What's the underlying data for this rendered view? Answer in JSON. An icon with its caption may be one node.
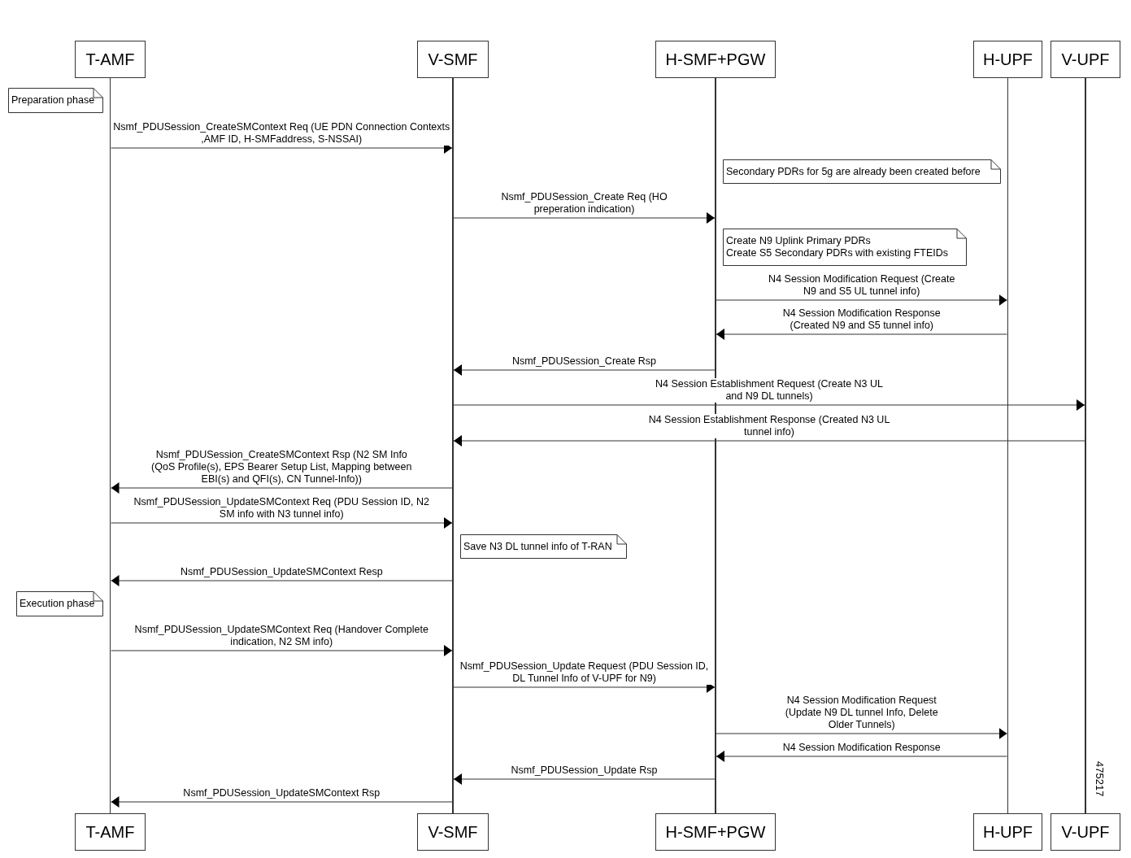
{
  "diagram": {
    "nodes": [
      {
        "text": [
          "T-AMF"
        ]
      },
      {
        "text": [
          "V-SMF"
        ]
      },
      {
        "text": [
          "H-SMF+PGW"
        ]
      },
      {
        "text": [
          "H-UPF"
        ]
      },
      {
        "text": [
          "V-UPF"
        ]
      },
      {
        "text": [
          "Preparation phase"
        ]
      },
      {
        "text": [
          "Secondary PDRs for 5g are already been created before"
        ]
      },
      {
        "text": [
          "Create N9 Uplink Primary PDRs",
          "Create S5 Secondary PDRs with existing FTEIDs"
        ]
      },
      {
        "text": [
          "Save N3 DL tunnel info of T-RAN"
        ]
      },
      {
        "text": [
          "Execution phase"
        ]
      },
      {
        "text": [
          "T-AMF"
        ]
      },
      {
        "text": [
          "V-SMF"
        ]
      },
      {
        "text": [
          "H-SMF+PGW"
        ]
      },
      {
        "text": [
          "H-UPF"
        ]
      },
      {
        "text": [
          "V-UPF"
        ]
      },
      {
        "text": [],
        "shape": "bar"
      },
      {
        "text": [],
        "shape": "bar"
      },
      {
        "text": [],
        "shape": "bar"
      },
      {
        "text": [],
        "shape": "bar"
      },
      {
        "text": [],
        "shape": "bar"
      }
    ],
    "edges": [
      {
        "from": 15,
        "to": 16,
        "arrow": "to",
        "label": "Nsmf_PDUSession_CreateSMContext Req (UE PDN Connection Contexts ,AMF ID, H-SMFaddress, S-NSSAI)"
      },
      {
        "from": 16,
        "to": 17,
        "arrow": "to",
        "label": "Nsmf_PDUSession_Create Req (HO preperation indication)"
      },
      {
        "from": 17,
        "to": 18,
        "arrow": "to",
        "label": "N4 Session Modification Request (Create N9 and S5 UL tunnel info)"
      },
      {
        "from": 18,
        "to": 17,
        "arrow": "to",
        "label": "N4 Session Modification Response (Created N9 and S5 tunnel info)"
      },
      {
        "from": 17,
        "to": 16,
        "arrow": "to",
        "label": "Nsmf_PDUSession_Create Rsp"
      },
      {
        "from": 16,
        "to": 19,
        "arrow": "to",
        "label": "N4 Session Establishment Request (Create N3 UL and N9 DL tunnels)"
      },
      {
        "from": 19,
        "to": 16,
        "arrow": "to",
        "label": "N4 Session Establishment Response (Created N3 UL tunnel info)"
      },
      {
        "from": 16,
        "to": 15,
        "arrow": "to",
        "label": "Nsmf_PDUSession_CreateSMContext Rsp (N2 SM Info (QoS Profile(s), EPS Bearer Setup List, Mapping between EBI(s) and QFI(s), CN Tunnel-Info))"
      },
      {
        "from": 15,
        "to": 16,
        "arrow": "to",
        "label": "Nsmf_PDUSession_UpdateSMContext Req (PDU Session ID, N2 SM info with N3 tunnel info)"
      },
      {
        "from": 16,
        "to": 15,
        "arrow": "to",
        "label": "Nsmf_PDUSession_UpdateSMContext Resp"
      },
      {
        "from": 15,
        "to": 16,
        "arrow": "to",
        "label": "Nsmf_PDUSession_UpdateSMContext Req (Handover Complete indication, N2 SM info)"
      },
      {
        "from": 16,
        "to": 17,
        "arrow": "to",
        "label": "Nsmf_PDUSession_Update Request (PDU Session ID, DL Tunnel Info of V-UPF for N9)"
      },
      {
        "from": 17,
        "to": 18,
        "arrow": "to",
        "label": "N4 Session Modification Request (Update N9 DL tunnel Info, Delete Older Tunnels)"
      },
      {
        "from": 18,
        "to": 17,
        "arrow": "to",
        "label": "N4 Session Modification Response"
      },
      {
        "from": 17,
        "to": 16,
        "arrow": "to",
        "label": "Nsmf_PDUSession_Update Rsp"
      },
      {
        "from": 16,
        "to": 15,
        "arrow": "to",
        "label": "Nsmf_PDUSession_UpdateSMContext Rsp"
      }
    ],
    "labels": [
      "475217"
    ]
  }
}
